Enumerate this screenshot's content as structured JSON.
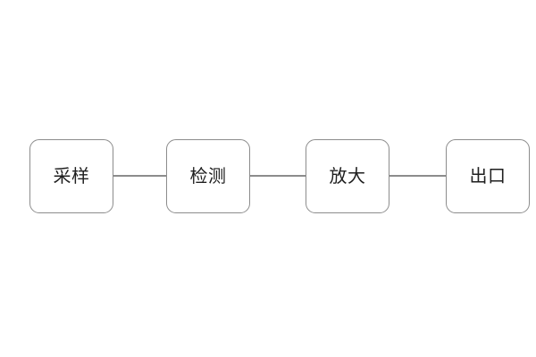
{
  "diagram": {
    "type": "flow-chain",
    "orientation": "horizontal",
    "background_color": "#ffffff",
    "node_stroke_color": "#8c8c8c",
    "node_fill_color": "#ffffff",
    "connector_color": "#8c8c8c",
    "label_color": "#1f1f1f",
    "nodes": [
      {
        "id": "node-1",
        "label": "采样"
      },
      {
        "id": "node-2",
        "label": "检测"
      },
      {
        "id": "node-3",
        "label": "放大"
      },
      {
        "id": "node-4",
        "label": "出口"
      }
    ],
    "connectors": [
      {
        "id": "connector-1",
        "from": "node-1",
        "to": "node-2"
      },
      {
        "id": "connector-2",
        "from": "node-2",
        "to": "node-3"
      },
      {
        "id": "connector-3",
        "from": "node-3",
        "to": "node-4"
      }
    ]
  }
}
